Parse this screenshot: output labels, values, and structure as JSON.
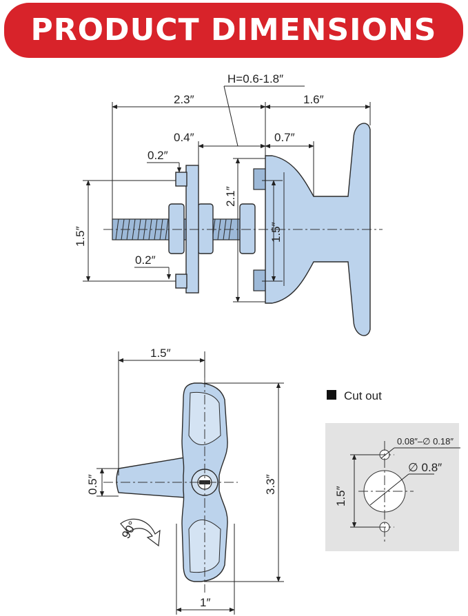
{
  "title": "PRODUCT DIMENSIONS",
  "side_view": {
    "dims": {
      "overall_length": "2.3″",
      "handle_length": "1.6″",
      "grip_range": "H=0.6-1.8″",
      "plate_offset": "0.4″",
      "flange_depth": "0.7″",
      "stud_top": "0.2″",
      "stud_bottom": "0.2″",
      "cam_height": "1.5″",
      "flange_height": "2.1″",
      "stud_spacing": "1.5″"
    }
  },
  "front_view": {
    "dims": {
      "handle_half_width": "1.5″",
      "cam_width": "0.5″",
      "handle_height": "3.3″",
      "body_width": "1″",
      "rotation": "90°"
    }
  },
  "cutout": {
    "legend_label": "Cut out",
    "hole_dim": "0.08″–∅ 0.18″",
    "bore_dim": "∅ 0.8″",
    "spacing": "1.5″"
  },
  "colors": {
    "banner": "#d8232a",
    "part_fill": "#bcd3ec",
    "panel": "#e3e3e3"
  }
}
